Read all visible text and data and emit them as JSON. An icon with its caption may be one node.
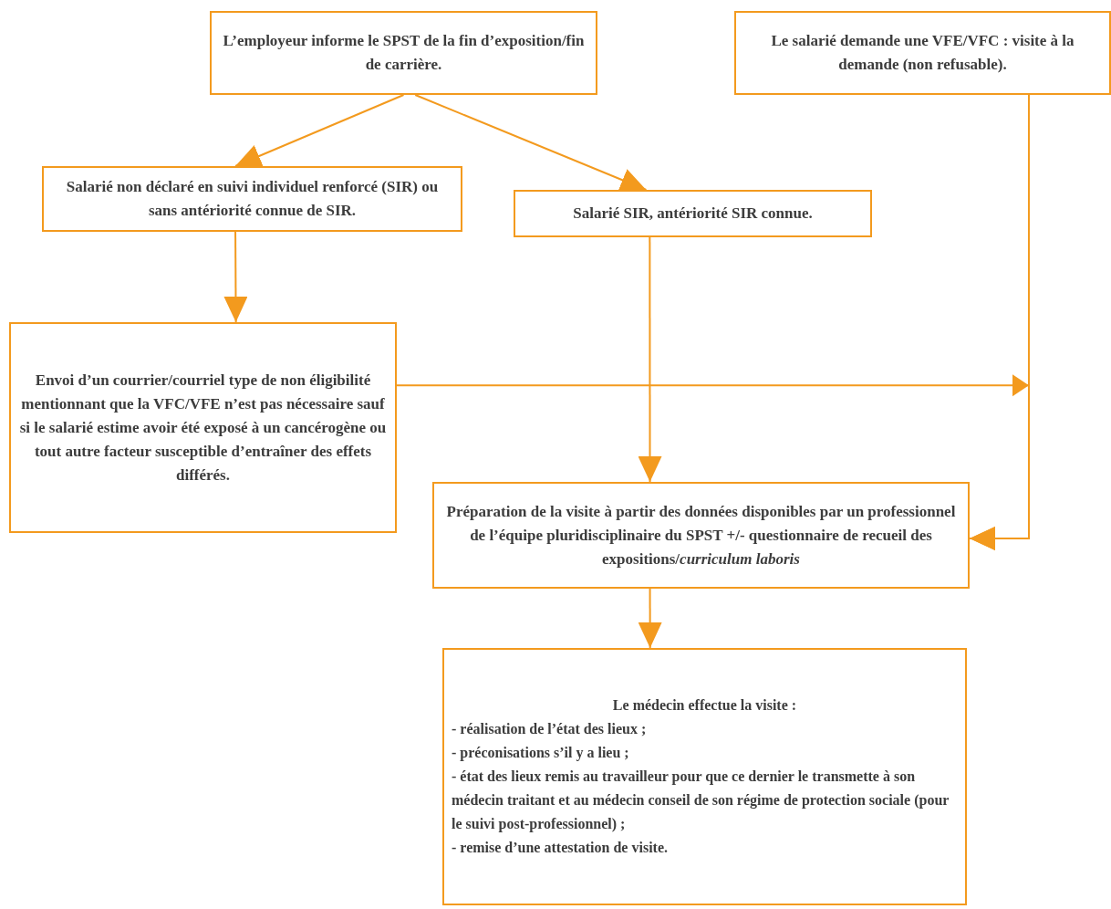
{
  "diagram": {
    "nodes": [
      {
        "text": [
          "L’employeur informe le SPST de la fin d’exposition/fin de carrière."
        ]
      },
      {
        "text": [
          "Le salarié demande une VFE/VFC : visite à la demande (non refusable)."
        ]
      },
      {
        "text": [
          "Salarié non déclaré en suivi individuel renforcé (SIR) ou sans antériorité connue de SIR."
        ]
      },
      {
        "text": [
          "Salarié SIR, antériorité SIR connue."
        ]
      },
      {
        "text": [
          "Envoi d’un courrier/courriel type de non éligibilité mentionnant que la VFC/VFE n’est pas nécessaire sauf si le salarié estime avoir été exposé à un cancérogène ou tout autre facteur susceptible d’entraîner des effets différés."
        ]
      },
      {
        "text": [
          "Préparation de la visite à partir des données disponibles par un professionnel de l’équipe pluridisciplinaire du SPST +/- questionnaire de recueil des expositions/*curriculum laboris*"
        ]
      },
      {
        "text": [
          "Le médecin effectue la visite :",
          "- réalisation de l’état des lieux ;",
          "- préconisations s’il y a lieu ;",
          "- état des lieux remis au travailleur pour que ce dernier le transmette à son médecin traitant et au médecin conseil de son régime de protection sociale (pour le suivi post-professionnel) ;",
          "- remise d’une attestation de visite."
        ]
      }
    ],
    "edges": [
      {
        "from": 0,
        "to": 2,
        "arrow": "to"
      },
      {
        "from": 0,
        "to": 3,
        "arrow": "to"
      },
      {
        "from": 2,
        "to": 4,
        "arrow": "to"
      },
      {
        "from": 3,
        "to": 5,
        "arrow": "to"
      },
      {
        "from": 4,
        "to": 5,
        "arrow": "to"
      },
      {
        "from": 1,
        "to": 5,
        "arrow": "to"
      },
      {
        "from": 5,
        "to": 6,
        "arrow": "to"
      }
    ]
  }
}
